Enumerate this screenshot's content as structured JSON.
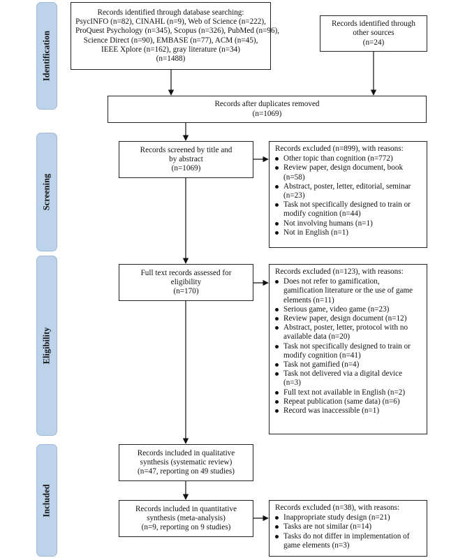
{
  "phases": [
    {
      "id": "identification",
      "label": "Identification"
    },
    {
      "id": "screening",
      "label": "Screening"
    },
    {
      "id": "eligibility",
      "label": "Eligibility"
    },
    {
      "id": "included",
      "label": "Included"
    }
  ],
  "boxes": {
    "database_search": {
      "lines": [
        "Records identified through database searching:",
        "PsycINFO (n=82), CINAHL (n=9), Web of Science (n=222),",
        "ProQuest Psychology (n=345), Scopus (n=326), PubMed (n=96),",
        "Science Direct (n=90), EMBASE (n=77), ACM (n=45),",
        "IEEE Xplore (n=162), gray literature (n=34)",
        "(n=1488)"
      ]
    },
    "other_sources": {
      "lines": [
        "Records identified through",
        "other sources",
        "(n=24)"
      ]
    },
    "after_duplicates": {
      "lines": [
        "Records after duplicates removed",
        "(n=1069)"
      ]
    },
    "screened": {
      "lines": [
        "Records screened by title and",
        "by abstract",
        "(n=1069)"
      ]
    },
    "fulltext": {
      "lines": [
        "Full text records assessed for",
        "eligibility",
        "(n=170)"
      ]
    },
    "qualitative": {
      "lines": [
        "Records included in qualitative",
        "synthesis (systematic review)",
        "(n=47, reporting on 49 studies)"
      ]
    },
    "quantitative": {
      "lines": [
        "Records included in quantitative",
        "synthesis (meta-analysis)",
        "(n=9, reporting on 9 studies)"
      ]
    }
  },
  "exclusions": {
    "screening": {
      "title": "Records excluded (n=899), with reasons:",
      "items": [
        [
          "Other topic than cognition (n=772)"
        ],
        [
          "Review paper, design document, book",
          "(n=58)"
        ],
        [
          "Abstract, poster, letter, editorial, seminar",
          "(n=23)"
        ],
        [
          "Task not specifically designed to train or",
          "modify cognition (n=44)"
        ],
        [
          "Not involving humans (n=1)"
        ],
        [
          "Not in English (n=1)"
        ]
      ]
    },
    "eligibility": {
      "title": "Records excluded (n=123), with reasons:",
      "items": [
        [
          "Does not refer to gamification,",
          "gamification literature or the use of game",
          "elements (n=11)"
        ],
        [
          "Serious game, video game (n=23)"
        ],
        [
          "Review paper, design document (n=12)"
        ],
        [
          "Abstract, poster, letter, protocol with no",
          "available data (n=20)"
        ],
        [
          "Task not specifically designed to train or",
          "modify cognition (n=41)"
        ],
        [
          "Task not gamified (n=4)"
        ],
        [
          "Task not delivered via a digital device",
          "(n=3)"
        ],
        [
          "Full text not available in English (n=2)"
        ],
        [
          "Repeat publication (same data) (n=6)"
        ],
        [
          "Record was inaccessible (n=1)"
        ]
      ]
    },
    "quantitative": {
      "title": "Records excluded (n=38), with reasons:",
      "items": [
        [
          "Inappropriate study design (n=21)"
        ],
        [
          "Tasks are not similar (n=14)"
        ],
        [
          "Tasks do not differ in implementation of",
          "game elements (n=3)"
        ]
      ]
    }
  },
  "colors": {
    "phase_fill": "#bcd3ea",
    "phase_border": "#9fb9d6",
    "box_border": "#222222",
    "arrow": "#111111"
  }
}
